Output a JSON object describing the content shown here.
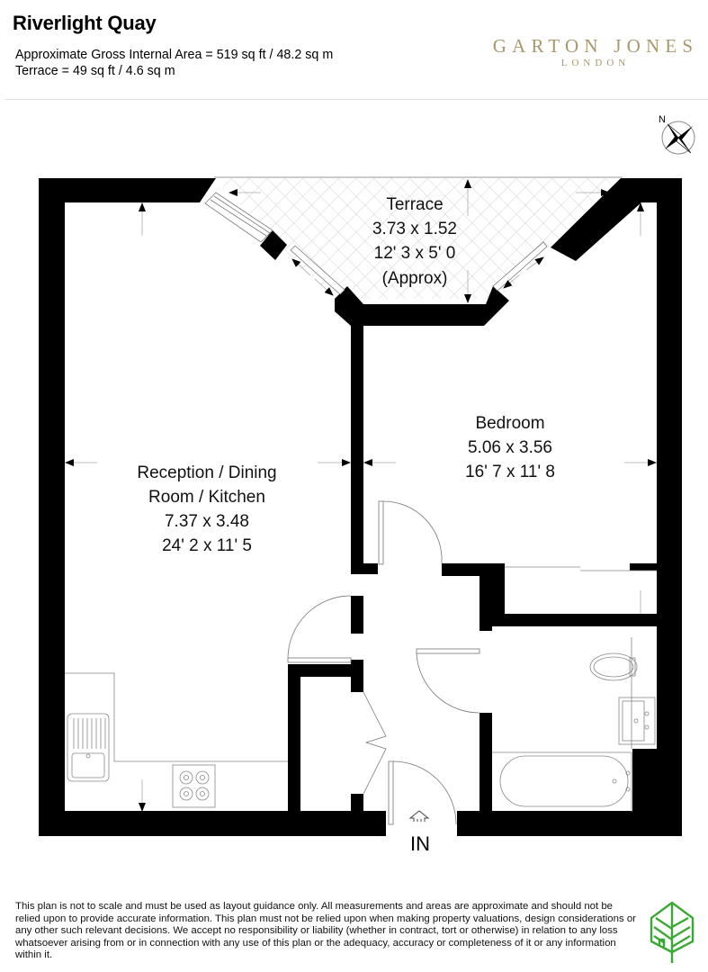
{
  "header": {
    "title": "Riverlight Quay",
    "gross_internal_area": "Approximate Gross Internal Area = 519 sq ft / 48.2 sq m",
    "terrace_area": "Terrace = 49 sq ft / 4.6 sq m"
  },
  "brand": {
    "name": "GARTON JONES",
    "city": "LONDON",
    "color": "#a8986a"
  },
  "compass": {
    "label": "N",
    "icon": "compass-rose-icon"
  },
  "rooms": {
    "terrace": {
      "name": "Terrace",
      "metric": "3.73 x 1.52",
      "imperial": "12' 3 x 5' 0",
      "note": "(Approx)"
    },
    "reception": {
      "name_line1": "Reception / Dining",
      "name_line2": "Room / Kitchen",
      "metric": "7.37 x 3.48",
      "imperial": "24' 2 x 11' 5"
    },
    "bedroom": {
      "name": "Bedroom",
      "metric": "5.06 x 3.56",
      "imperial": "16' 7 x 11' 8"
    }
  },
  "entrance": {
    "label": "IN"
  },
  "colors": {
    "wall": "#000000",
    "fixture_line": "#8a8a8a",
    "hatch": "#c8c8c8",
    "leaf_green": "#3aaa35"
  },
  "footer": {
    "disclaimer": "This plan is not to scale and must be used as layout guidance only. All measurements and areas are approximate and should not be relied upon to provide accurate information. This plan must not be relied upon when making property valuations, design considerations or any other such relevant decisions. We accept no responsibility or liability (whether in contract, tort or otherwise) in relation to any loss whatsoever arising from or in connection with any use of this plan or the adequacy, accuracy or completeness of it or any information within it.",
    "logo_icon": "leaf-logo-icon"
  }
}
